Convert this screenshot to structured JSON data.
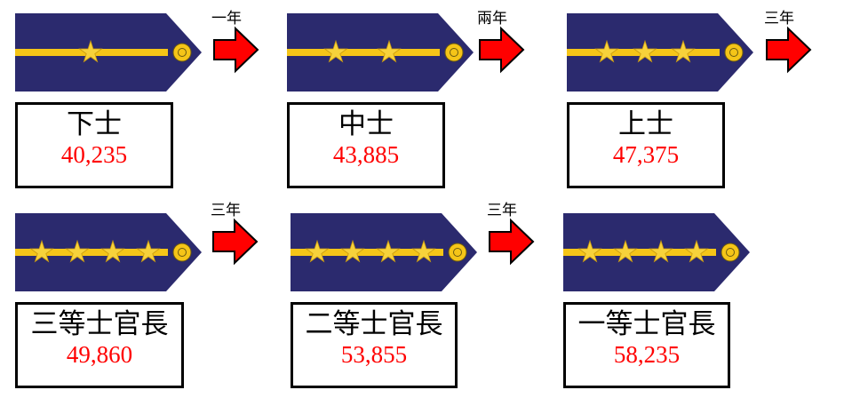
{
  "colors": {
    "board": "#2b2a6e",
    "stripe": "#f5c518",
    "star": "#f7d23b",
    "button": "#f5c518",
    "arrow": "#ff0000",
    "salary": "#ff0000"
  },
  "ranks": [
    {
      "title": "下士",
      "salary": "40,235",
      "stars": 1
    },
    {
      "title": "中士",
      "salary": "43,885",
      "stars": 2
    },
    {
      "title": "上士",
      "salary": "47,375",
      "stars": 3
    },
    {
      "title": "三等士官長",
      "salary": "49,860",
      "stars": 4
    },
    {
      "title": "二等士官長",
      "salary": "53,855",
      "stars": 4
    },
    {
      "title": "一等士官長",
      "salary": "58,235",
      "stars": 4
    }
  ],
  "steps": [
    {
      "years": "一年"
    },
    {
      "years": "兩年"
    },
    {
      "years": "三年"
    },
    {
      "years": "三年"
    },
    {
      "years": "三年"
    }
  ]
}
